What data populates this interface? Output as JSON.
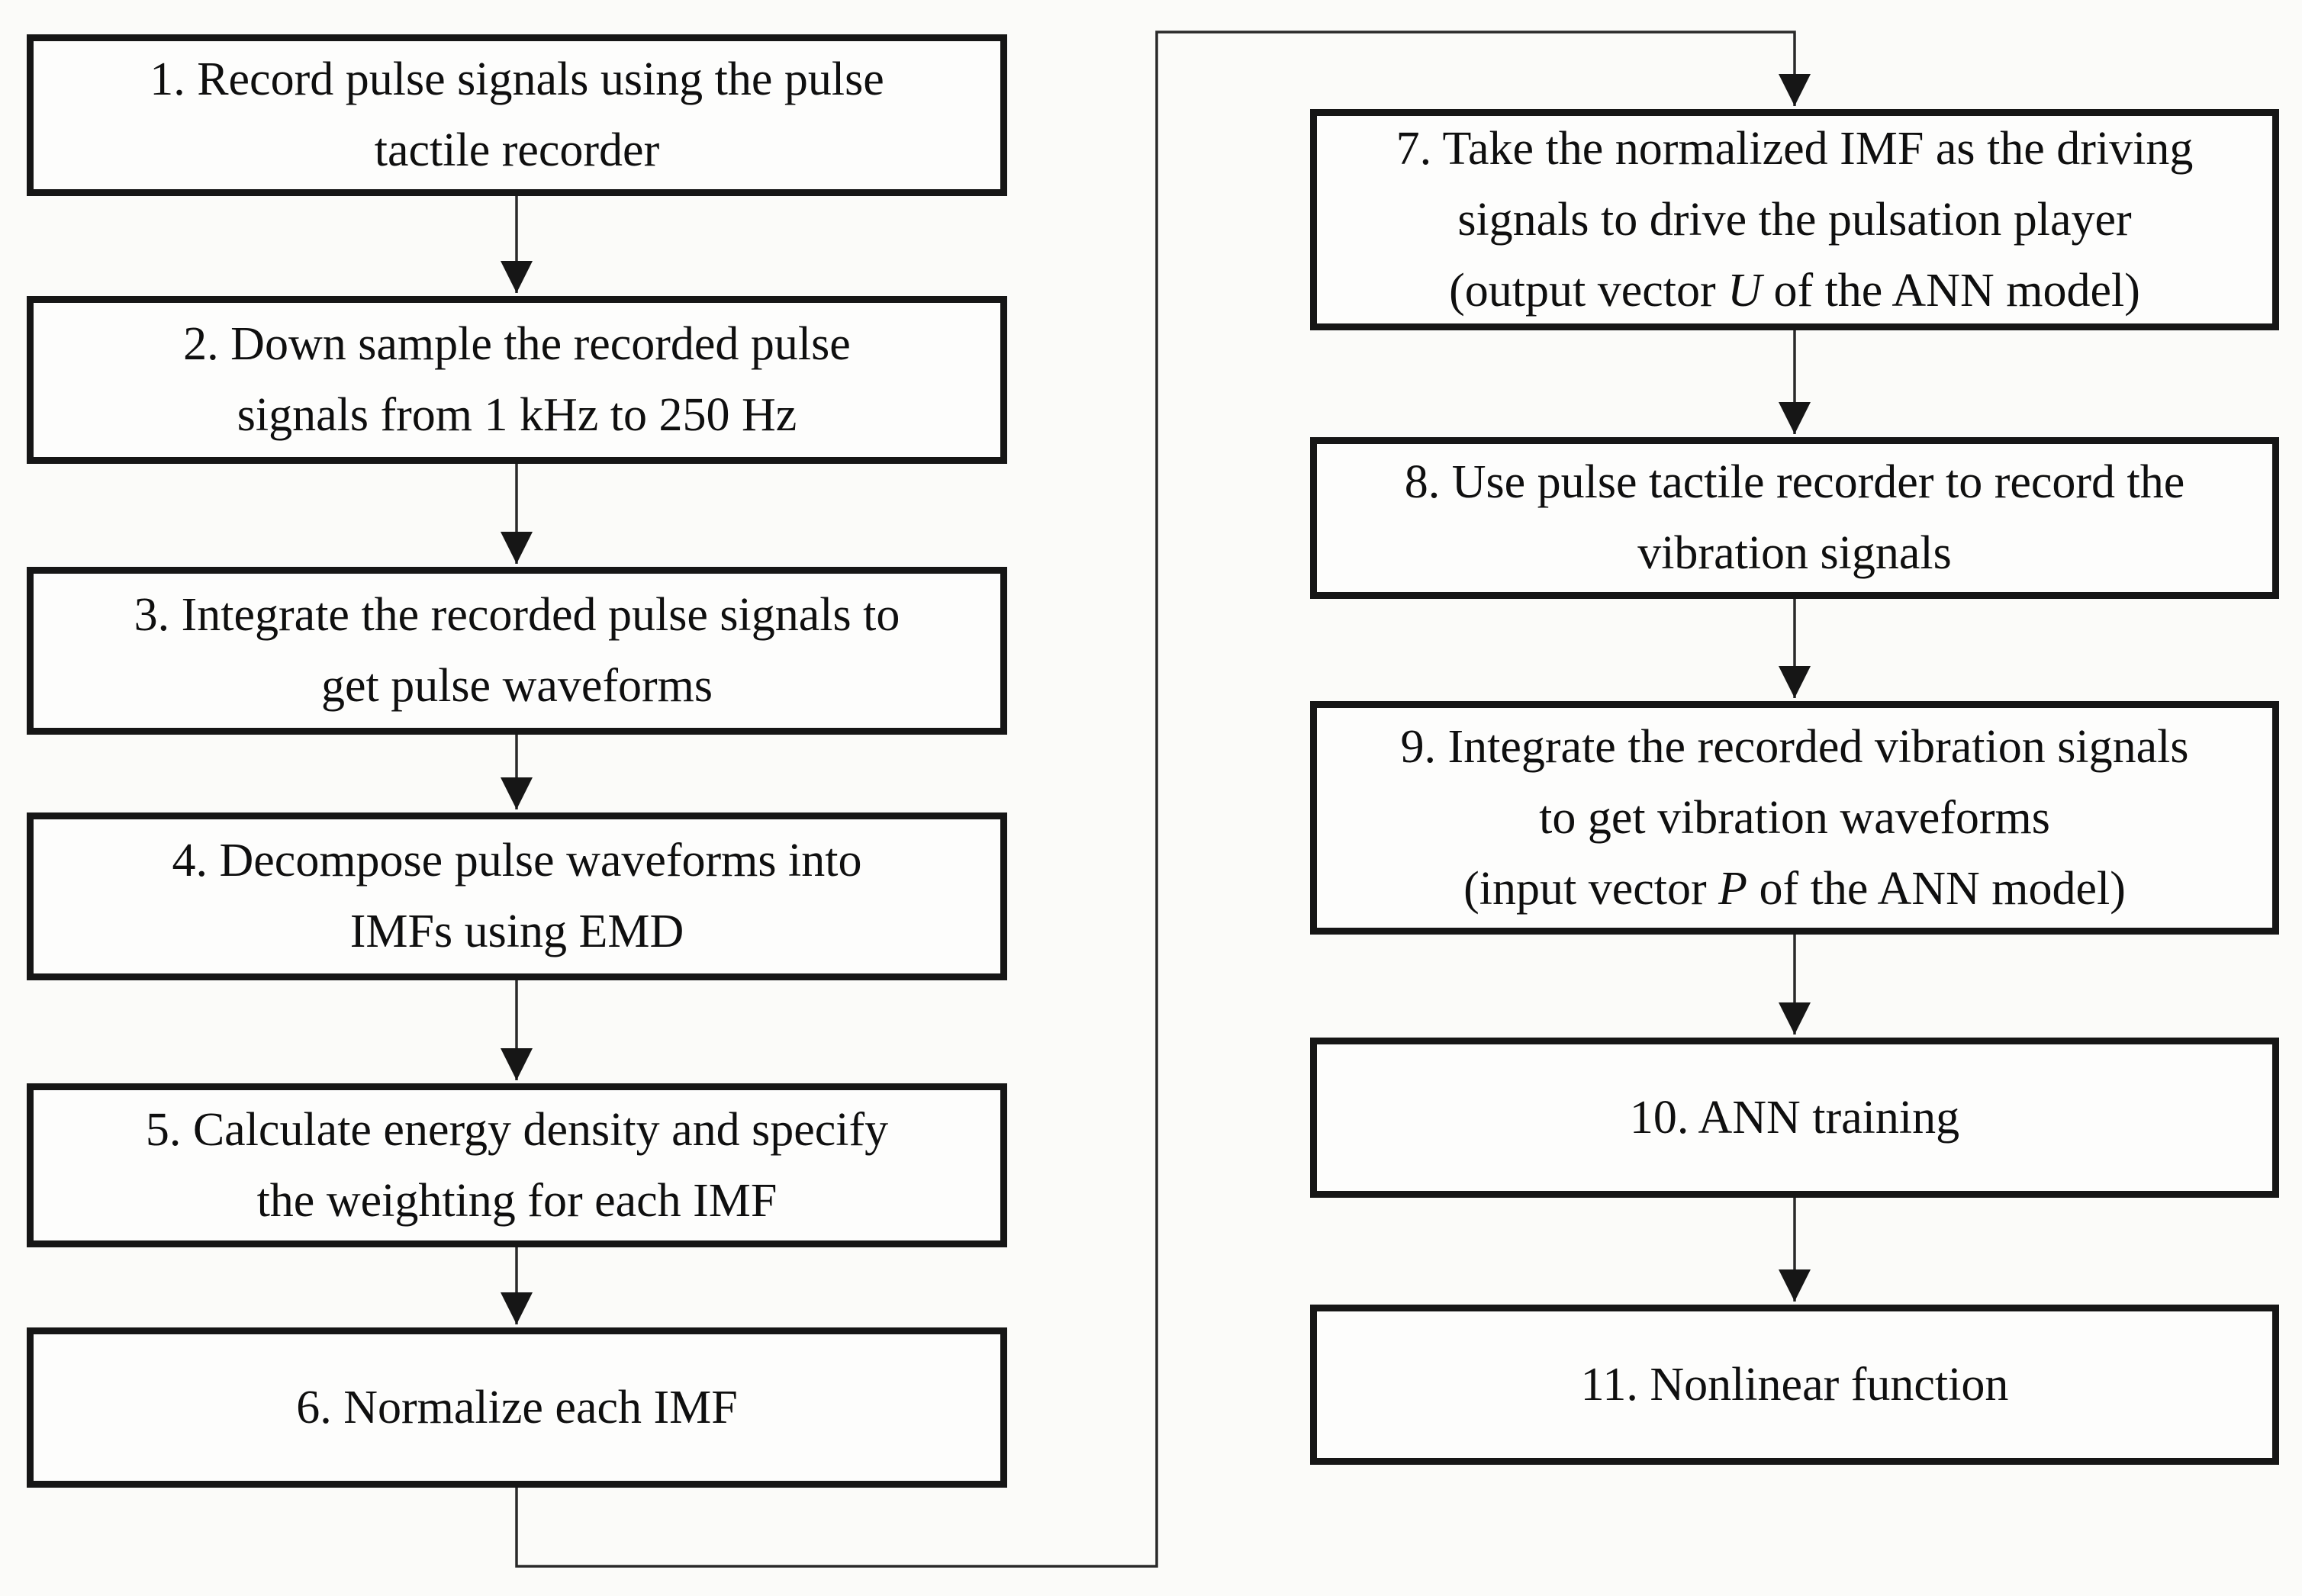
{
  "diagram": {
    "type": "flowchart",
    "colors": {
      "background": "#fbfbf9",
      "box_fill": "#fdfdfc",
      "box_border": "#161616",
      "line": "#2a2a2a",
      "text": "#0f0f0f"
    },
    "boxes": [
      {
        "id": "1",
        "column": "left",
        "lines": [
          [
            {
              "t": "1. Record pulse signals using the pulse"
            }
          ],
          [
            {
              "t": "tactile recorder"
            }
          ]
        ]
      },
      {
        "id": "2",
        "column": "left",
        "lines": [
          [
            {
              "t": "2. Down sample the recorded pulse"
            }
          ],
          [
            {
              "t": "signals from 1 kHz to 250 Hz"
            }
          ]
        ]
      },
      {
        "id": "3",
        "column": "left",
        "lines": [
          [
            {
              "t": "3. Integrate the recorded pulse signals to"
            }
          ],
          [
            {
              "t": "get pulse waveforms"
            }
          ]
        ]
      },
      {
        "id": "4",
        "column": "left",
        "lines": [
          [
            {
              "t": "4. Decompose pulse waveforms into"
            }
          ],
          [
            {
              "t": "IMFs using EMD"
            }
          ]
        ]
      },
      {
        "id": "5",
        "column": "left",
        "lines": [
          [
            {
              "t": "5. Calculate energy density and specify"
            }
          ],
          [
            {
              "t": "the weighting for each IMF"
            }
          ]
        ]
      },
      {
        "id": "6",
        "column": "left",
        "lines": [
          [
            {
              "t": "6. Normalize each IMF"
            }
          ]
        ]
      },
      {
        "id": "7",
        "column": "right",
        "lines": [
          [
            {
              "t": "7. Take the normalized IMF as the driving"
            }
          ],
          [
            {
              "t": "signals to drive the pulsation player"
            }
          ],
          [
            {
              "t": "(output vector "
            },
            {
              "t": "U",
              "i": true
            },
            {
              "t": " of the ANN model)"
            }
          ]
        ]
      },
      {
        "id": "8",
        "column": "right",
        "lines": [
          [
            {
              "t": "8. Use pulse tactile recorder to record the"
            }
          ],
          [
            {
              "t": "vibration signals"
            }
          ]
        ]
      },
      {
        "id": "9",
        "column": "right",
        "lines": [
          [
            {
              "t": "9. Integrate the recorded vibration signals"
            }
          ],
          [
            {
              "t": "to get vibration waveforms"
            }
          ],
          [
            {
              "t": "(input vector "
            },
            {
              "t": "P",
              "i": true
            },
            {
              "t": " of the ANN model)"
            }
          ]
        ]
      },
      {
        "id": "10",
        "column": "right",
        "lines": [
          [
            {
              "t": "10. ANN training"
            }
          ]
        ]
      },
      {
        "id": "11",
        "column": "right",
        "lines": [
          [
            {
              "t": "11. Nonlinear function"
            }
          ]
        ]
      }
    ],
    "edges": [
      {
        "from": "1",
        "to": "2"
      },
      {
        "from": "2",
        "to": "3"
      },
      {
        "from": "3",
        "to": "4"
      },
      {
        "from": "4",
        "to": "5"
      },
      {
        "from": "5",
        "to": "6"
      },
      {
        "from": "6",
        "to": "7"
      },
      {
        "from": "7",
        "to": "8"
      },
      {
        "from": "8",
        "to": "9"
      },
      {
        "from": "9",
        "to": "10"
      },
      {
        "from": "10",
        "to": "11"
      }
    ]
  }
}
